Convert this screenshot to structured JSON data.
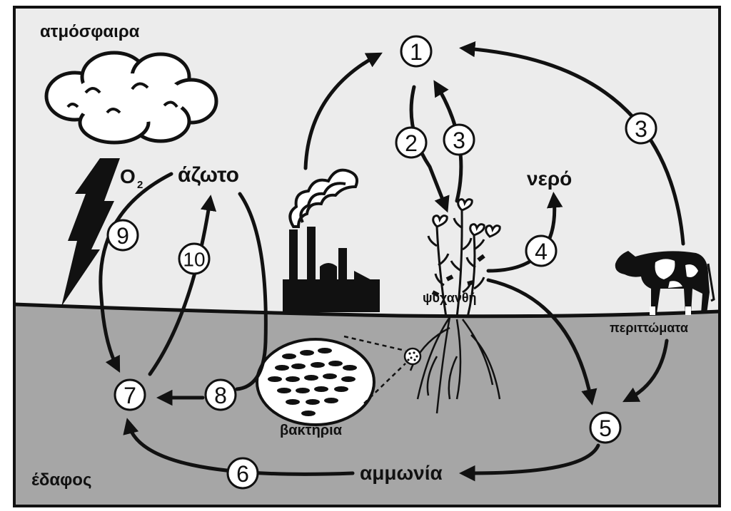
{
  "labels": {
    "atmosphere": "ατμόσφαιρα",
    "oxygen_main": "O",
    "oxygen_sub": "2",
    "nitrogen": "άζωτο",
    "water": "νερό",
    "plants": "ψυχανθή",
    "excrement": "περιττώματα",
    "bacteria": "βακτήρια",
    "ammonia": "αμμωνία",
    "soil": "έδαφος"
  },
  "steps": {
    "s1": "1",
    "s2": "2",
    "s3_left": "3",
    "s3_right": "3",
    "s4": "4",
    "s5": "5",
    "s6": "6",
    "s7": "7",
    "s8": "8",
    "s9": "9",
    "s10": "10"
  },
  "colors": {
    "sky": "#ececec",
    "soil": "#a6a6a6",
    "ink": "#111111"
  },
  "icons": [
    "cloud-icon",
    "lightning-icon",
    "factory-icon",
    "plant-icon",
    "cow-icon",
    "bacteria-colony-icon"
  ]
}
